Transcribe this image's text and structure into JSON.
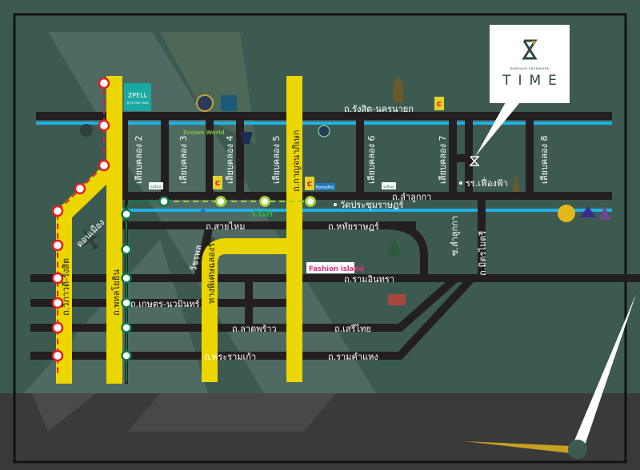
{
  "brand": {
    "name": "TIME",
    "tagline": "RAMKHAM GREENPARK"
  },
  "colors": {
    "background": "#3d5a51",
    "road": "#231f20",
    "highway": "#ecd600",
    "canal": "#1fb0e6",
    "red_line": "#e01e25",
    "green_line": "#0b7a4b",
    "bottom_band": "#3a3a3a"
  },
  "roads": {
    "rangsit_nakhonnayok": "ถ.รังสิต-นครนายก",
    "lamlukka": "ถ.ลำลูกกา",
    "saimai": "ถ.สายไหม",
    "hathairat": "ถ.หทัยราษฎร์",
    "ramintra": "ถ.รามอินทรา",
    "kaset_nawamin": "ถ.เกษตร-นวมินทร์",
    "ladprao": "ถ.ลาดพร้าว",
    "serithai": "ถ.เสรีไทย",
    "rama9": "ถ.พระรามเก้า",
    "ramkhamhaeng": "ถ.รามคำแหง",
    "phahonyothin": "ถ.พหลโยธิน",
    "vibhavadi": "ถ.วิภาวดี-รังสิต",
    "kanchanaphisek": "ถ.กาญจนาภิเษก",
    "expressway": "ทางพิเศษฉลองรัช",
    "watcharaphon": "วัชรพล",
    "donmueang": "ดอนเมือง",
    "soi_lamlukka": "ซ.ลำลูกกา",
    "mitmaitri": "ถ.มิตรไมตรี"
  },
  "canals": [
    "เลียบคลอง 2",
    "เลียบคลอง 3",
    "เลียบคลอง 4",
    "เลียบคลอง 5",
    "เลียบคลอง 6",
    "เลียบคลอง 7",
    "เลียบคลอง 8"
  ],
  "landmarks": {
    "school": "รร.เฟื่องฟ้า",
    "temple": "วัดประชุมราษฎร์",
    "zpell": "ZPELL",
    "zpell_sub": "@FUTURE PARK",
    "dreamworld": "Dream World",
    "fashion_island": "Fashion island",
    "cgh": "CGH",
    "lotus": "Lotus",
    "homepro": "HomePro"
  }
}
